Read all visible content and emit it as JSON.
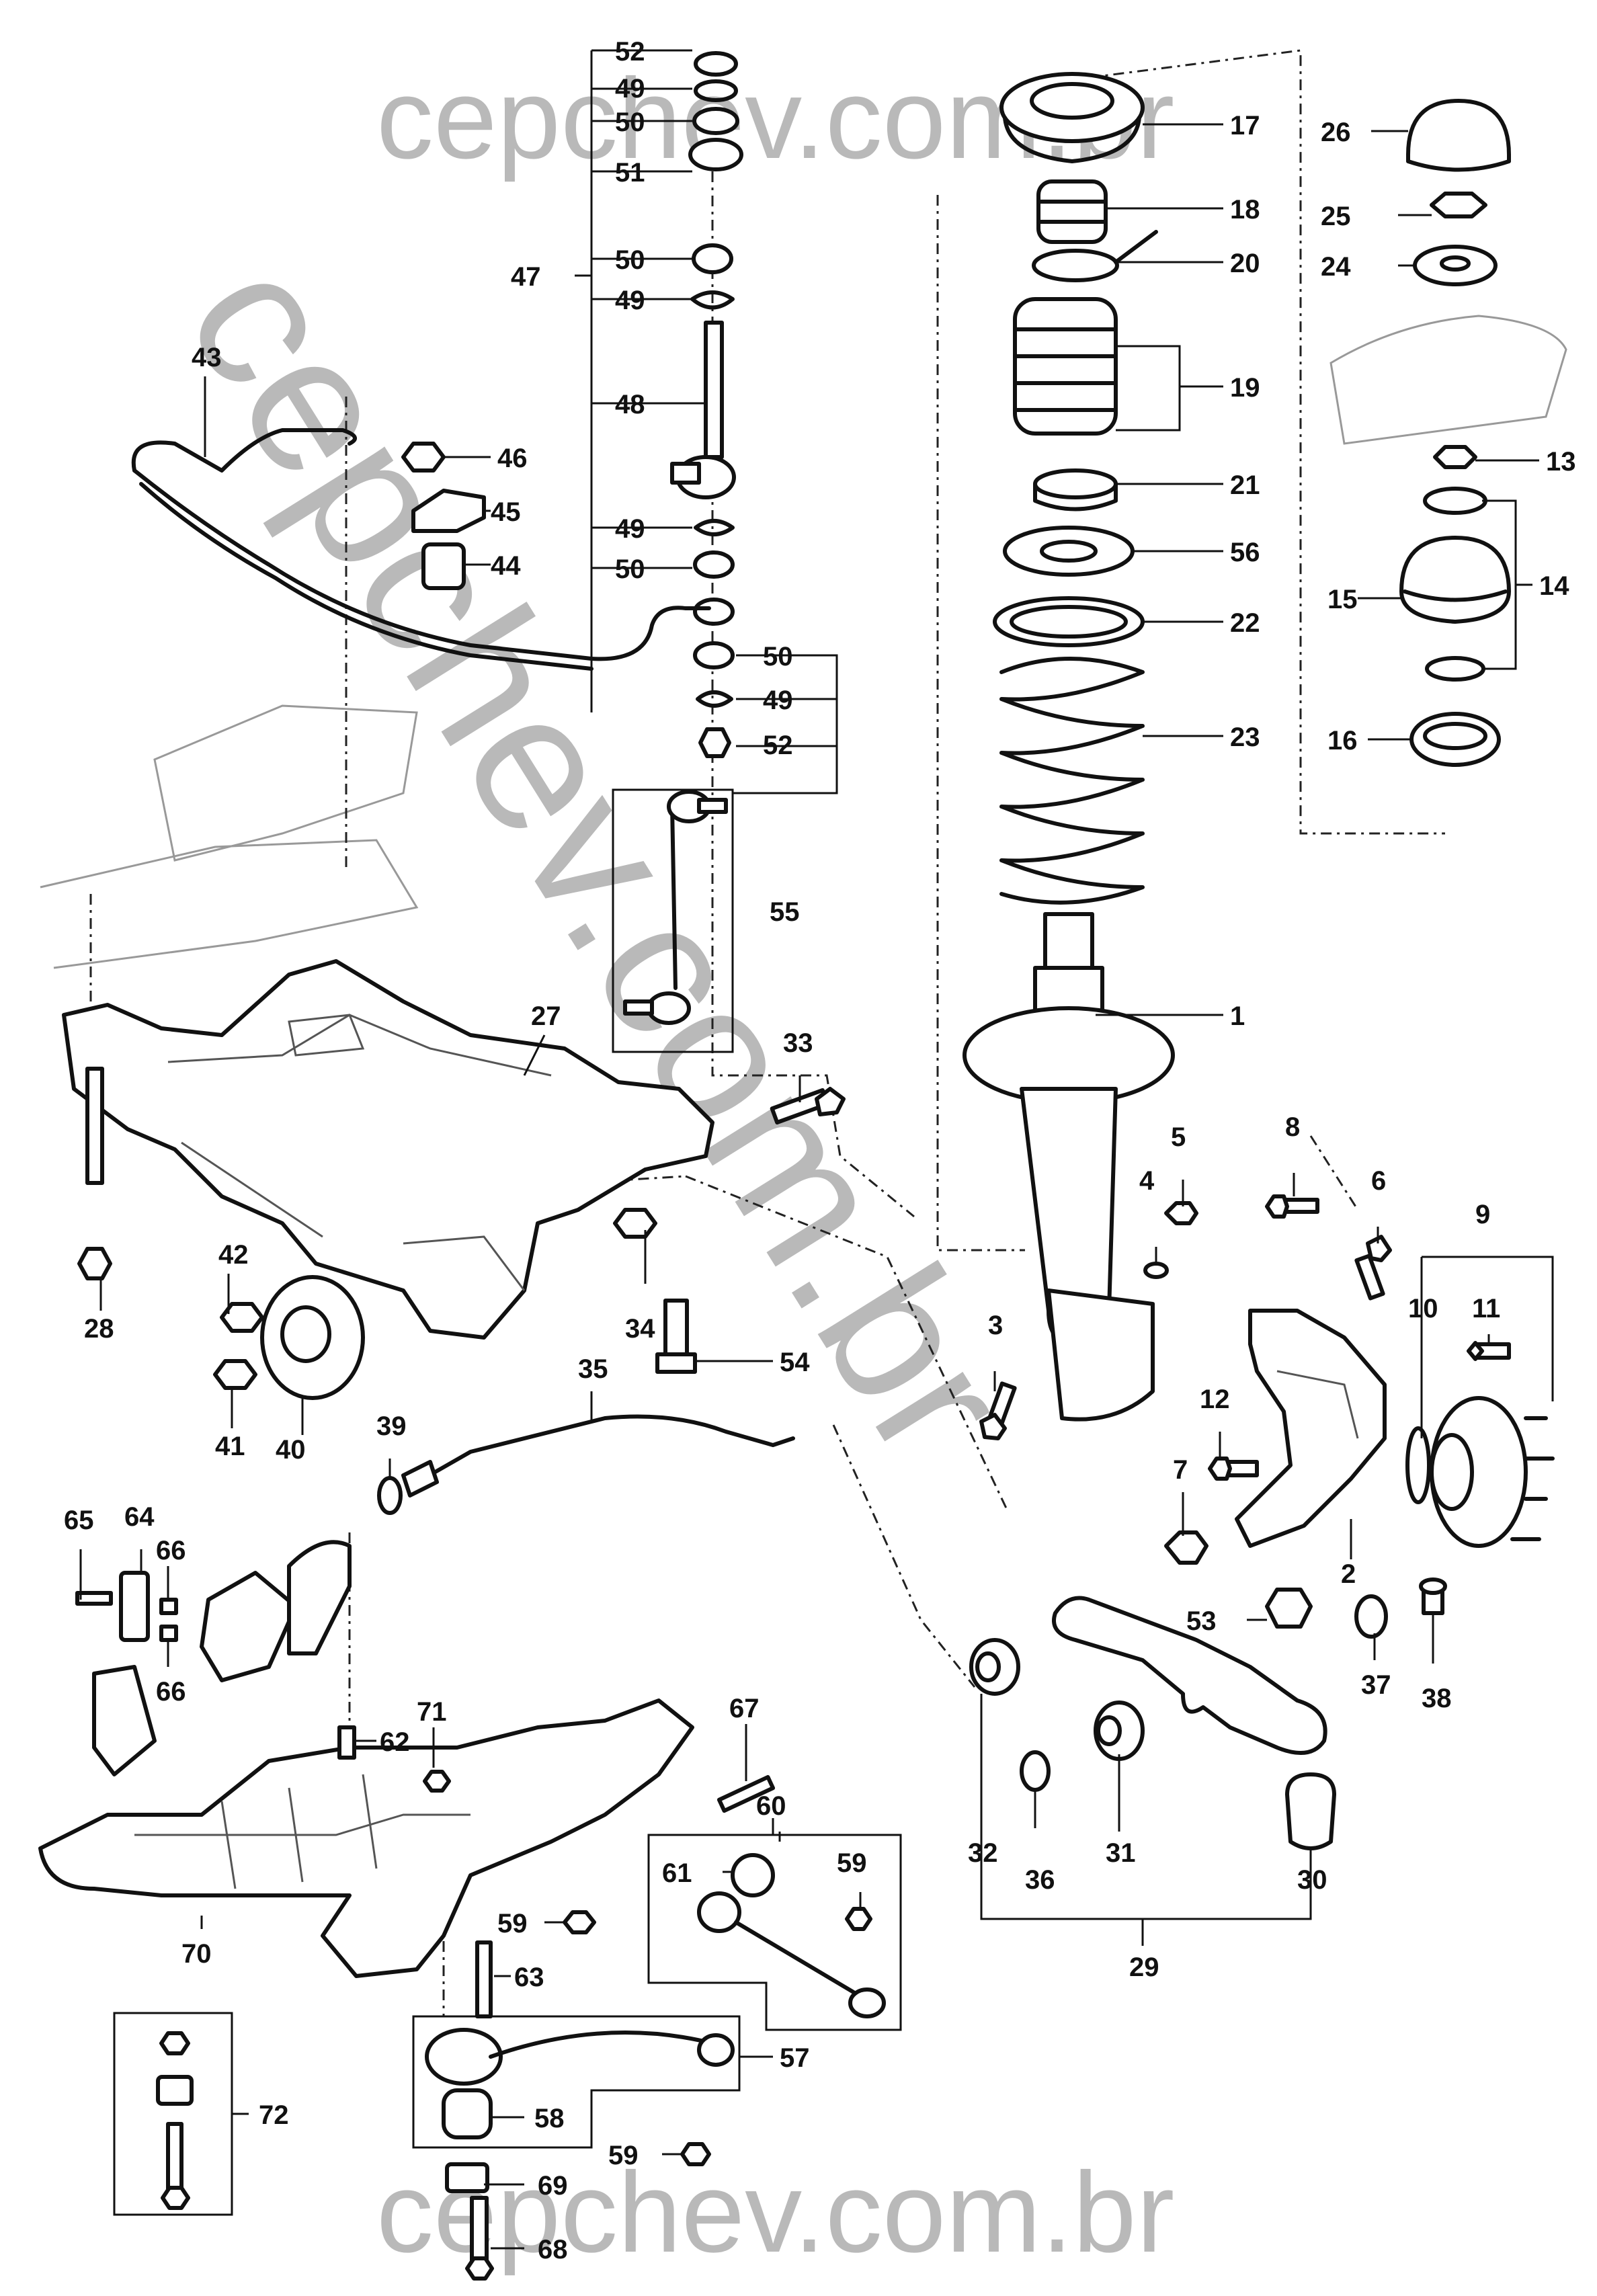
{
  "watermark": {
    "top": "cepchev.com.br",
    "bottom": "cepchev.com.br",
    "diagonal": "cepchev.com.br"
  },
  "callouts": {
    "c1": "1",
    "c2": "2",
    "c3": "3",
    "c4": "4",
    "c5": "5",
    "c6": "6",
    "c7": "7",
    "c8": "8",
    "c9": "9",
    "c10": "10",
    "c11": "11",
    "c12": "12",
    "c13": "13",
    "c14": "14",
    "c15": "15",
    "c16": "16",
    "c17": "17",
    "c18": "18",
    "c19": "19",
    "c20": "20",
    "c21": "21",
    "c22": "22",
    "c23": "23",
    "c24": "24",
    "c25": "25",
    "c26": "26",
    "c27": "27",
    "c28": "28",
    "c29": "29",
    "c30": "30",
    "c31": "31",
    "c32": "32",
    "c33": "33",
    "c34": "34",
    "c35": "35",
    "c36": "36",
    "c37": "37",
    "c38": "38",
    "c39": "39",
    "c40": "40",
    "c41": "41",
    "c42": "42",
    "c43": "43",
    "c44": "44",
    "c45": "45",
    "c46": "46",
    "c47": "47",
    "c48": "48",
    "c49": "49",
    "c50": "50",
    "c51": "51",
    "c52": "52",
    "c53": "53",
    "c54": "54",
    "c55": "55",
    "c56": "56",
    "c57": "57",
    "c58": "58",
    "c59": "59",
    "c60": "60",
    "c61": "61",
    "c62": "62",
    "c63": "63",
    "c64": "64",
    "c65": "65",
    "c66": "66",
    "c67": "67",
    "c68": "68",
    "c69": "69",
    "c70": "70",
    "c71": "71",
    "c72": "72"
  }
}
